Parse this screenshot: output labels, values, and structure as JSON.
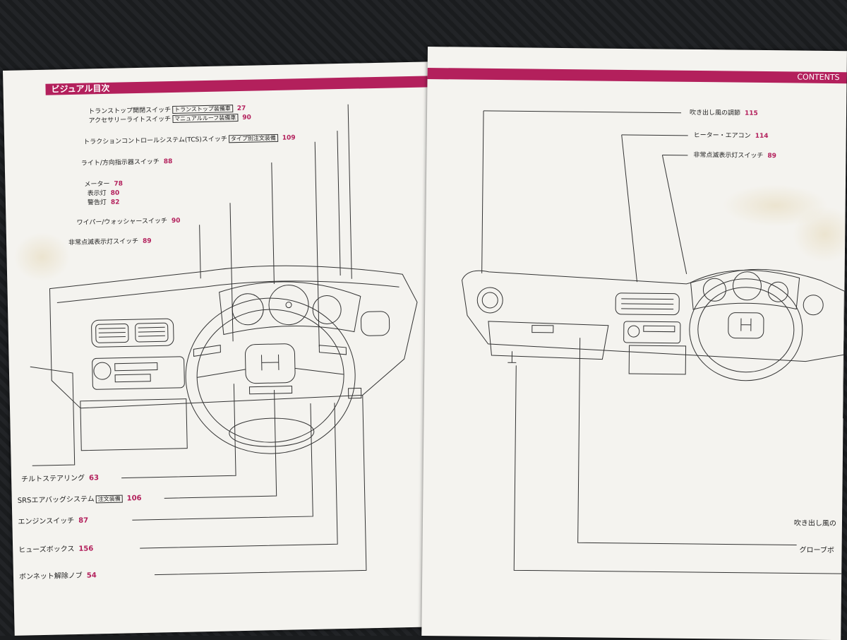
{
  "left_page": {
    "header": "ビジュアル目次",
    "top_labels": [
      {
        "text": "トランストップ開閉スイッチ",
        "box": "トランストップ装備車",
        "num": "27"
      },
      {
        "text": "アクセサリーライトスイッチ",
        "box": "マニュアルルーフ装備車",
        "num": "90"
      },
      {
        "text": "トラクションコントロールシステム(TCS)スイッチ",
        "box": "タイプ別注文装備",
        "num": "109"
      },
      {
        "text": "ライト/方向指示器スイッチ",
        "box": "",
        "num": "88"
      },
      {
        "text": "メーター",
        "box": "",
        "num": "78"
      },
      {
        "text": "表示灯",
        "box": "",
        "num": "80"
      },
      {
        "text": "警告灯",
        "box": "",
        "num": "82"
      },
      {
        "text": "ワイパー/ウォッシャースイッチ",
        "box": "",
        "num": "90"
      },
      {
        "text": "非常点滅表示灯スイッチ",
        "box": "",
        "num": "89"
      }
    ],
    "bottom_labels": [
      {
        "text": "チルトステアリング",
        "box": "",
        "num": "63"
      },
      {
        "text": "SRSエアバッグシステム",
        "box": "注文装備",
        "num": "106"
      },
      {
        "text": "エンジンスイッチ",
        "box": "",
        "num": "87"
      },
      {
        "text": "ヒューズボックス",
        "box": "",
        "num": "156"
      },
      {
        "text": "ボンネット解除ノブ",
        "box": "",
        "num": "54"
      }
    ]
  },
  "right_page": {
    "header": "CONTENTS",
    "top_labels": [
      {
        "text": "吹き出し風の調節",
        "num": "115"
      },
      {
        "text": "ヒーター・エアコン",
        "num": "114"
      },
      {
        "text": "非常点滅表示灯スイッチ",
        "num": "89"
      }
    ],
    "bottom_labels": [
      {
        "text": "吹き出し風の"
      },
      {
        "text": "グローブボ"
      }
    ]
  },
  "colors": {
    "accent": "#b3205c",
    "paper": "#f4f3ef"
  }
}
